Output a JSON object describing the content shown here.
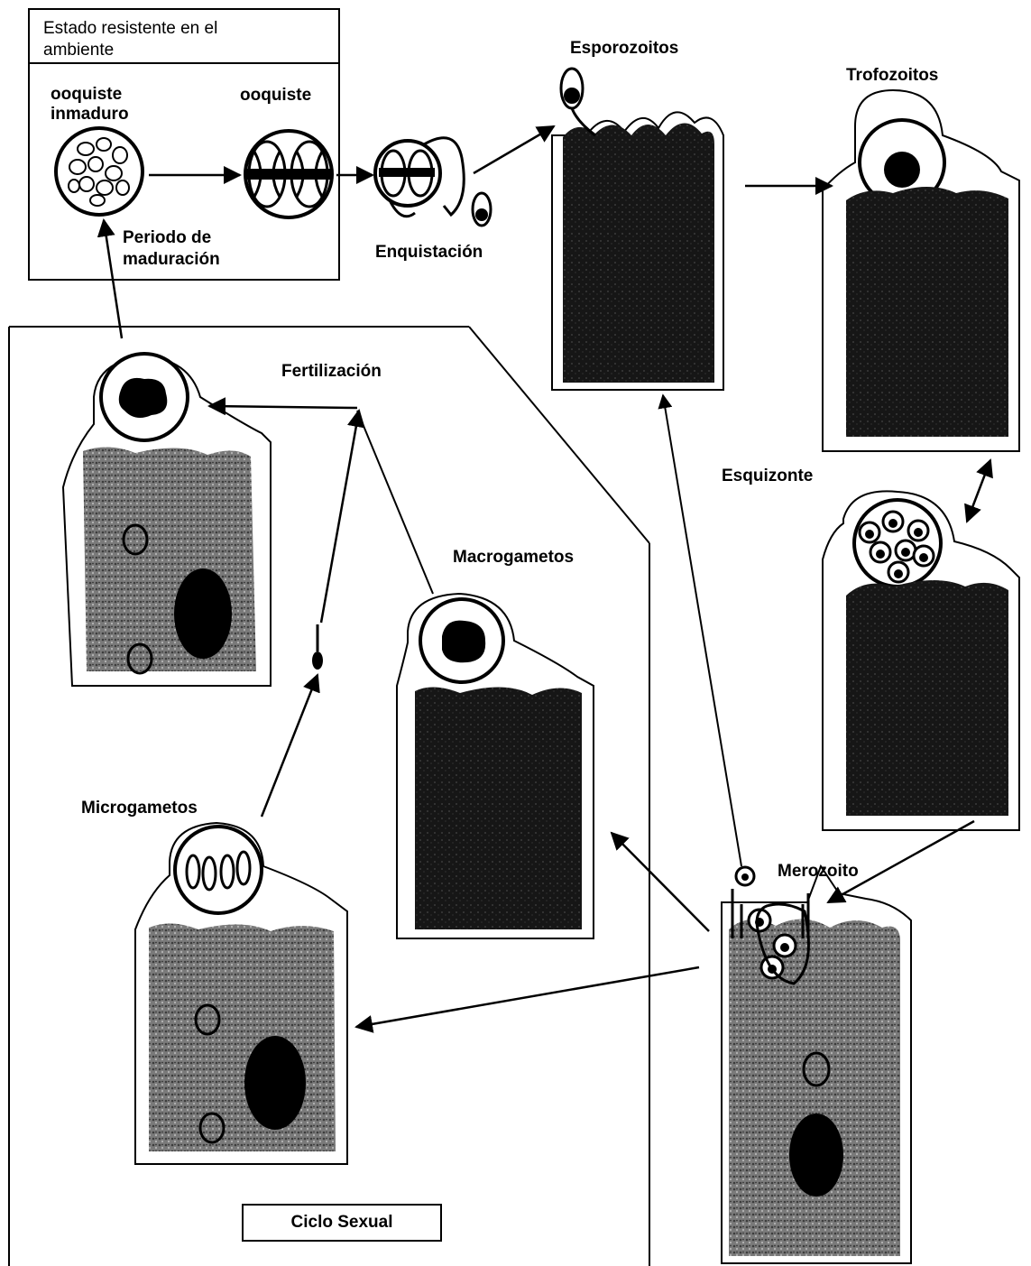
{
  "env_box": {
    "title": "Estado resistente en el ambiente",
    "immature_oocyst_label": "ooquiste inmaduro",
    "oocyst_label": "ooquiste",
    "maturation_label": "Periodo de maduración"
  },
  "labels": {
    "excystation": "Enquistación",
    "sporozoites": "Esporozoitos",
    "trophozoites": "Trofozoitos",
    "schizont": "Esquizonte",
    "merozoite": "Merozoito",
    "fertilization": "Fertilización",
    "macrogametes": "Macrogametos",
    "microgametes": "Microgametos",
    "sexual_cycle": "Ciclo Sexual"
  },
  "colors": {
    "ink": "#000000",
    "dark_cell": "#141414",
    "light_cell": "#6f6f6f",
    "background": "#ffffff"
  }
}
